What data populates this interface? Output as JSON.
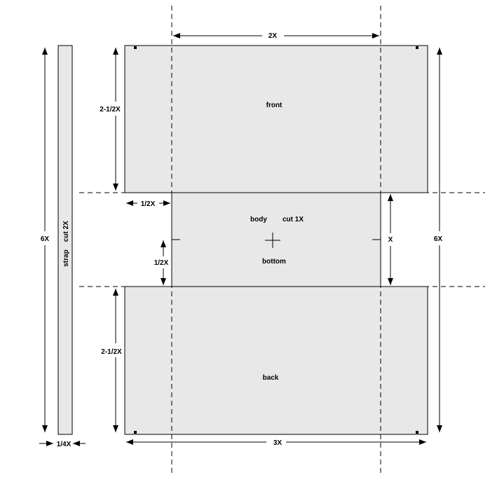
{
  "labels": {
    "top_width": "2X",
    "front": "front",
    "front_height": "2-1/2X",
    "body": "body",
    "cut_body": "cut 1X",
    "bottom": "bottom",
    "left_flap_width": "1/2X",
    "left_flap_height": "1/2X",
    "right_flap_height": "X",
    "back_height": "2-1/2X",
    "back": "back",
    "bottom_width": "3X",
    "strap_height": "6X",
    "right_height": "6X",
    "strap_text": "strap    cut 2X",
    "strap_width": "1/4X"
  },
  "colors": {
    "panel_fill": "#e8e8e8",
    "line": "#000000",
    "background": "#ffffff"
  }
}
